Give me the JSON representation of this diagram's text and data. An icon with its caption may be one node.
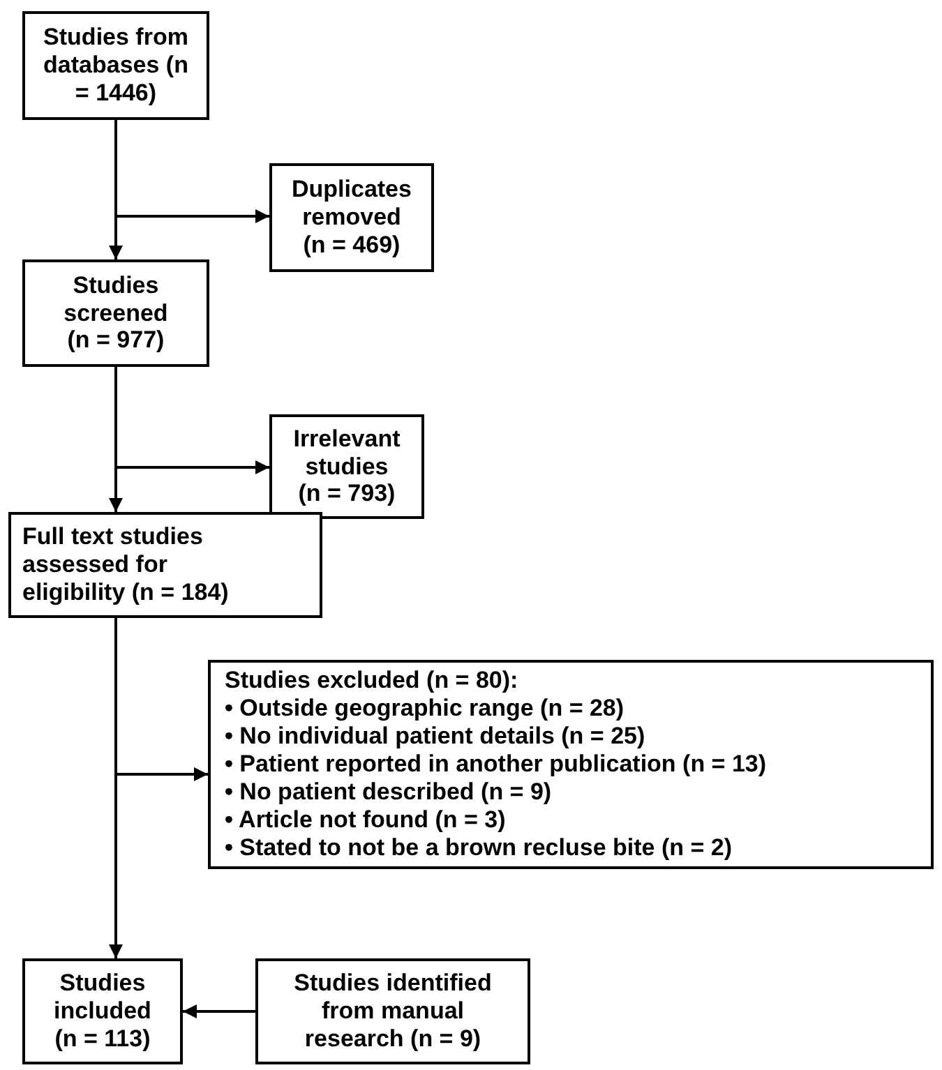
{
  "diagram": {
    "nodes": [
      {
        "text": [
          "Studies from databases (n = 1446)"
        ]
      },
      {
        "text": [
          "Duplicates removed (n = 469)"
        ]
      },
      {
        "text": [
          "Studies screened (n = 977)"
        ]
      },
      {
        "text": [
          "Irrelevant studies (n = 793)"
        ]
      },
      {
        "text": [
          "Full text studies assessed for eligibility (n = 184)"
        ]
      },
      {
        "text": [
          "Studies excluded (n = 80):",
          "• Outside geographic range (n = 28)",
          "• No individual patient details (n = 25)",
          "• Patient reported in another publication (n = 13)",
          "• No patient described (n = 9)",
          "• Article not found (n = 3)",
          "• Stated to not be a brown recluse bite (n = 2)"
        ]
      },
      {
        "text": [
          "Studies included (n = 113)"
        ]
      },
      {
        "text": [
          "Studies identified from manual research (n = 9)"
        ]
      }
    ],
    "edges": [
      {
        "from": 0,
        "to": 2,
        "arrow": "to"
      },
      {
        "from": 0,
        "to": 1,
        "arrow": "to"
      },
      {
        "from": 2,
        "to": 4,
        "arrow": "to"
      },
      {
        "from": 2,
        "to": 3,
        "arrow": "to"
      },
      {
        "from": 4,
        "to": 6,
        "arrow": "to"
      },
      {
        "from": 4,
        "to": 5,
        "arrow": "to"
      },
      {
        "from": 7,
        "to": 6,
        "arrow": "to"
      }
    ]
  }
}
